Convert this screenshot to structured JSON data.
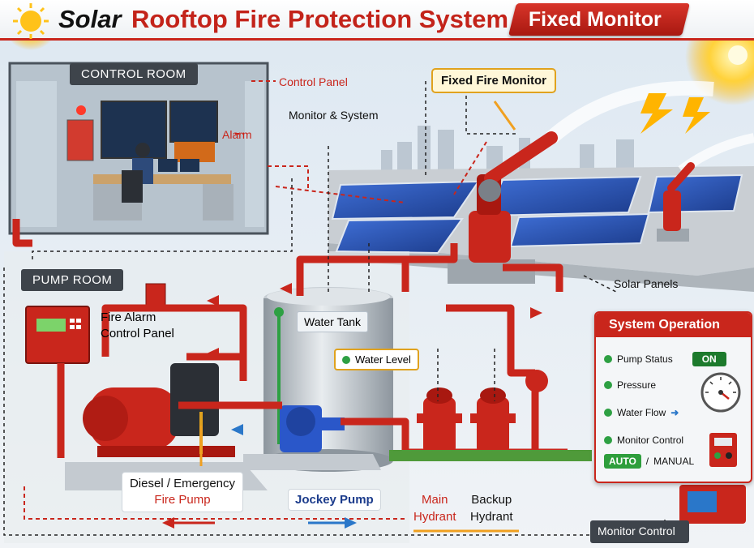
{
  "title": {
    "word_solar": "Solar",
    "main": "Rooftop Fire Protection System –",
    "tag": "Fixed Monitor"
  },
  "control_room": {
    "section_label": "CONTROL ROOM",
    "control_panel": "Control Panel",
    "monitor_system": "Monitor & System",
    "alarm": "Alarm"
  },
  "rooftop": {
    "fixed_fire_monitor": "Fixed Fire Monitor",
    "solar_panels": "Solar Panels"
  },
  "pump_room": {
    "section_label": "PUMP ROOM",
    "fire_alarm_control_panel_line1": "Fire Alarm",
    "fire_alarm_control_panel_line2": "Control Panel",
    "water_tank": "Water Tank",
    "water_level": "Water Level",
    "diesel_line1": "Diesel / Emergency",
    "diesel_line2": "Fire Pump",
    "jockey_pump": "Jockey Pump",
    "main_hydrant_line1": "Main",
    "main_hydrant_line2": "Hydrant",
    "backup_hydrant_line1": "Backup",
    "backup_hydrant_line2": "Hydrant"
  },
  "system_operation": {
    "title": "System Operation",
    "pump_status": "Pump Status",
    "pump_status_value": "ON",
    "pressure": "Pressure",
    "water_flow": "Water Flow",
    "monitor_control": "Monitor Control",
    "auto": "AUTO",
    "manual": "MANUAL"
  },
  "monitor_control_tag": "Monitor Control",
  "colors": {
    "pipe_red": "#c9261c",
    "accent_yellow": "#e0a21e",
    "status_green": "#2e9e3c",
    "panel_blue": "#2a57c9"
  }
}
